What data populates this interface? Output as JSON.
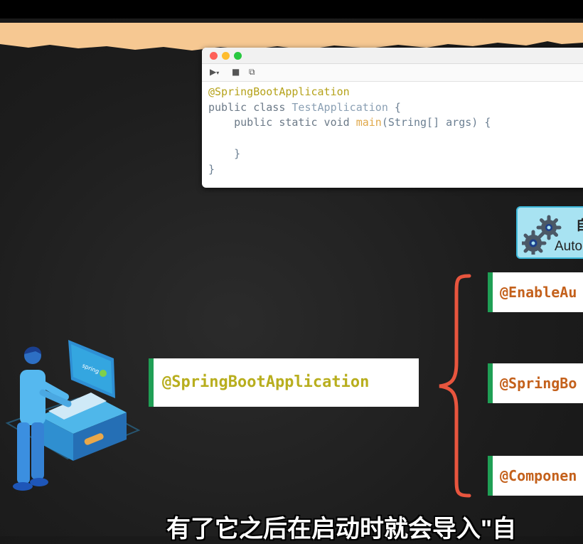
{
  "code_window": {
    "toolbar": {
      "run_icon": "run-icon",
      "stop_icon": "stop-icon",
      "tree_icon": "structure-icon"
    },
    "lines": {
      "l1_ann": "@SpringBootApplication",
      "l2_kw": "public class ",
      "l2_cls": "TestApplication",
      "l2_end": " {",
      "l3_kw": "    public static void ",
      "l3_fn": "main",
      "l3_args": "(String[] args) {",
      "l4": "",
      "l5": "    }",
      "l6": "}"
    }
  },
  "auto_config_badge": {
    "cn_text": "自",
    "en_text": "Auto"
  },
  "main_annotation": "@SpringBootApplication",
  "sub_annotations": [
    "@EnableAu",
    "@SpringBo",
    "@Componen"
  ],
  "subtitle": "有了它之后在启动时就会导入\"自",
  "colors": {
    "accent_green": "#1f9f55",
    "brace_red": "#e8553e",
    "annotation_yellow": "#b8ae1e",
    "annotation_orange": "#c4611c"
  }
}
